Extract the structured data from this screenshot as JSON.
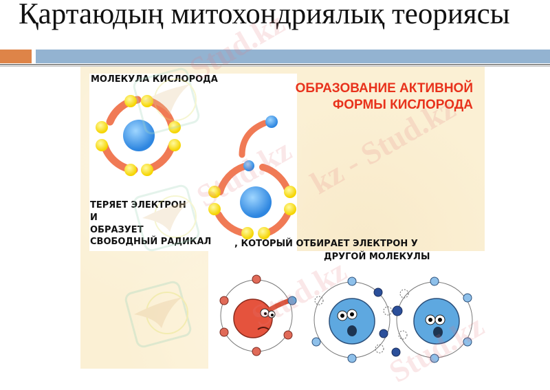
{
  "slide": {
    "title": "Қартаюдың митохондриялық теориясы",
    "accent_colors": {
      "orange": "#de8448",
      "blue": "#93b3d1"
    }
  },
  "figure": {
    "label_oxygen_molecule": "МОЛЕКУЛА КИСЛОРОДА",
    "heading_line1": "ОБРАЗОВАНИЕ АКТИВНОЙ",
    "heading_line2": "ФОРМЫ КИСЛОРОДА",
    "caption_lines": [
      "ТЕРЯЕТ ЭЛЕКТРОН",
      "И",
      "ОБРАЗУЕТ",
      "СВОБОДНЫЙ РАДИКАЛ"
    ],
    "caption_continuation_line1": ", КОТОРЫЙ ОТБИРАЕТ ЭЛЕКТРОН У",
    "caption_continuation_line2": "ДРУГОЙ МОЛЕКУЛЫ",
    "heading_color": "#e8321c"
  },
  "watermark": {
    "text": "Stud.kz",
    "text_alt": "kz - Stud.kz"
  }
}
